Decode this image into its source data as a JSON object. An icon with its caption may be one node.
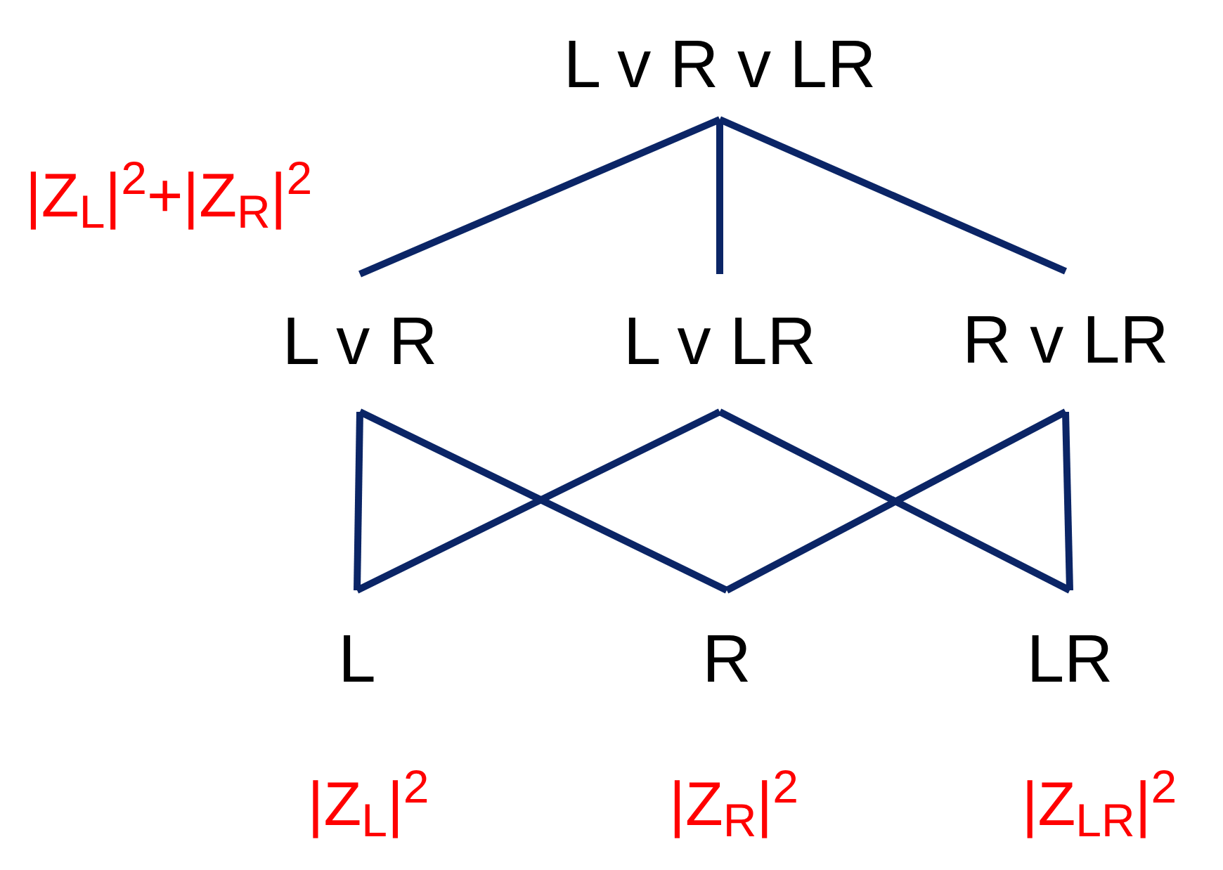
{
  "diagram": {
    "nodes": [
      {
        "text": [
          "L v R v LR"
        ]
      },
      {
        "text": [
          "L v R"
        ]
      },
      {
        "text": [
          "L v LR"
        ]
      },
      {
        "text": [
          "R v LR"
        ]
      },
      {
        "text": [
          "L"
        ],
        "beside": [
          "|Z$_{L}$|$^{2}$"
        ]
      },
      {
        "text": [
          "R"
        ],
        "beside": [
          "|Z$_{R}$|$^{2}$"
        ]
      },
      {
        "text": [
          "LR"
        ],
        "beside": [
          "|Z$_{LR}$|$^{2}$"
        ]
      }
    ],
    "edges": [
      {
        "from": 0,
        "to": 1,
        "arrow": "none"
      },
      {
        "from": 0,
        "to": 2,
        "arrow": "none"
      },
      {
        "from": 0,
        "to": 3,
        "arrow": "none"
      },
      {
        "from": 1,
        "to": 4,
        "arrow": "none"
      },
      {
        "from": 1,
        "to": 5,
        "arrow": "none"
      },
      {
        "from": 2,
        "to": 4,
        "arrow": "none"
      },
      {
        "from": 2,
        "to": 6,
        "arrow": "none"
      },
      {
        "from": 3,
        "to": 5,
        "arrow": "none"
      },
      {
        "from": 3,
        "to": 6,
        "arrow": "none"
      }
    ],
    "labels": [
      "|Z$_{L}$|$^{2}$+|Z$_{R}$|$^{2}$"
    ]
  }
}
